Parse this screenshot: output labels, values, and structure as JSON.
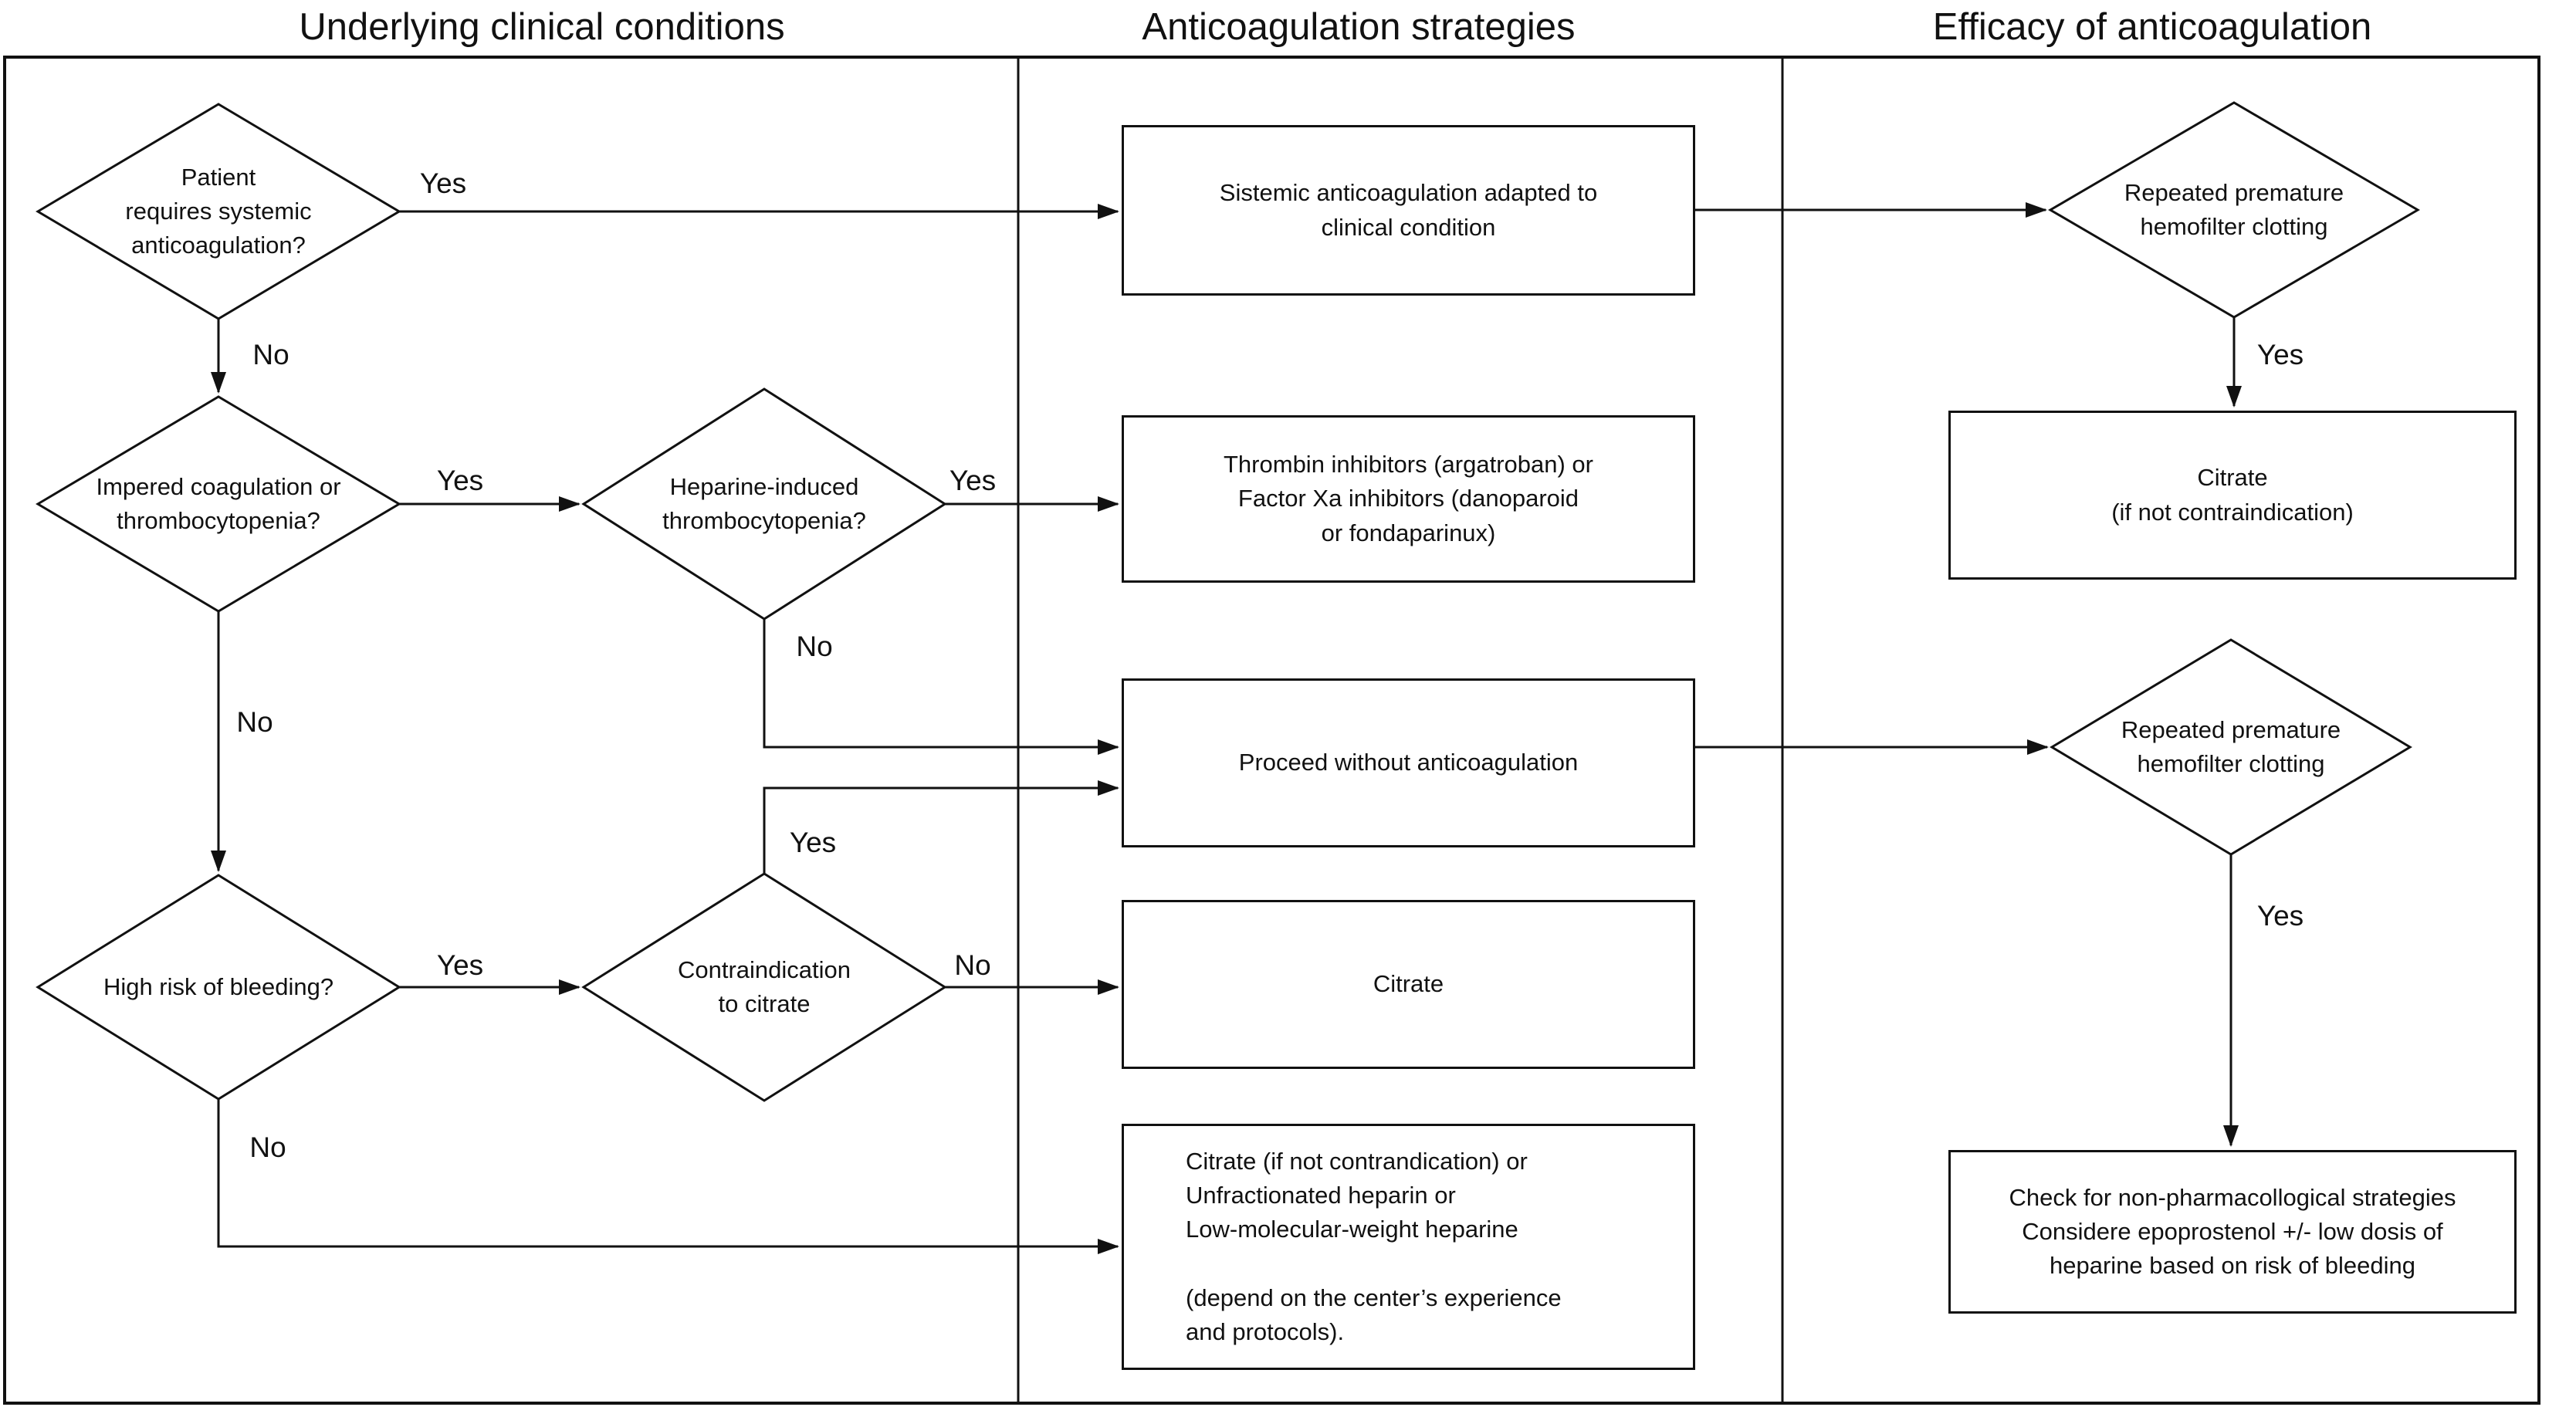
{
  "headers": {
    "col1": "Underlying clinical conditions",
    "col2": "Anticoagulation strategies",
    "col3": "Efficacy of anticoagulation"
  },
  "decisions": {
    "d1": "Patient\nrequires systemic\nanticoagulation?",
    "d2": "Impered coagulation or\nthrombocytopenia?",
    "d3": "Heparine-induced\nthrombocytopenia?",
    "d4": "High risk of bleeding?",
    "d5": "Contraindication\nto citrate",
    "d6": "Repeated premature\nhemofilter clotting",
    "d7": "Repeated premature\nhemofilter clotting"
  },
  "boxes": {
    "b1": "Sistemic anticoagulation adapted to\nclinical condition",
    "b2": "Thrombin inhibitors (argatroban) or\nFactor Xa inhibitors (danoparoid\nor fondaparinux)",
    "b3": "Proceed without anticoagulation",
    "b4": "Citrate",
    "b5": "Citrate (if not contrandication) or\nUnfractionated heparin or\nLow-molecular-weight heparine\n\n(depend on the center’s experience\nand protocols).",
    "b6": "Citrate\n(if not contraindication)",
    "b7": "Check for non-pharmacollogical strategies\nConsidere epoprostenol +/- low dosis of\nheparine based on risk of bleeding"
  },
  "labels": {
    "yes": "Yes",
    "no": "No"
  },
  "colors": {
    "line": "#111111",
    "background": "#ffffff",
    "text": "#111111"
  }
}
